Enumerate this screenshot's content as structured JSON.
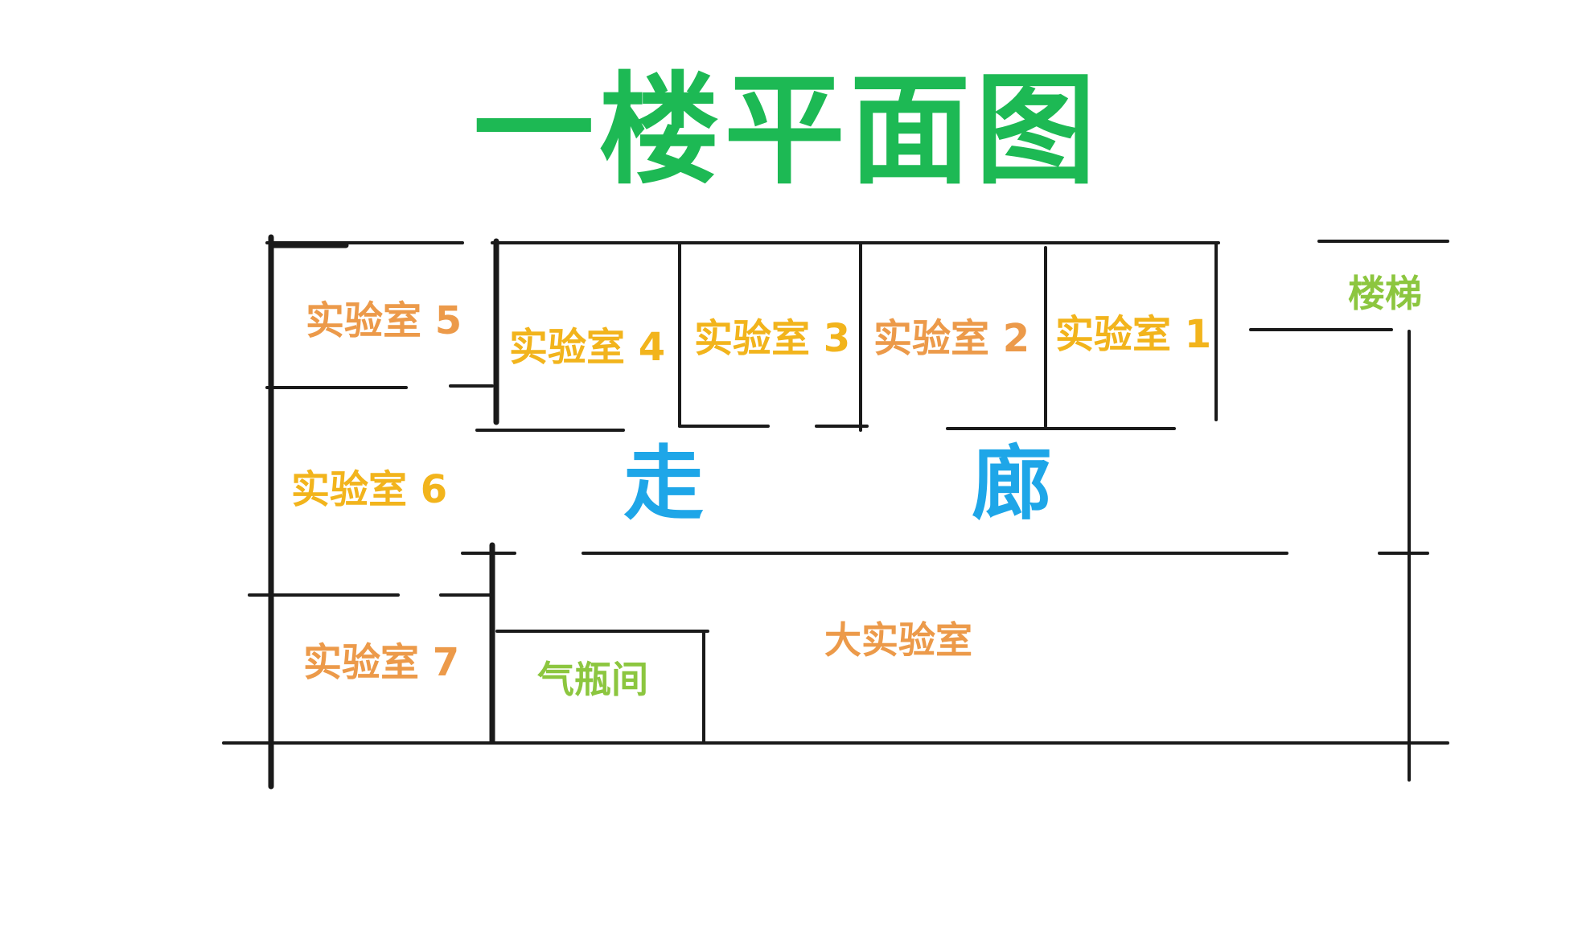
{
  "title": "一楼平面图",
  "rooms": {
    "lab1": "实验室 1",
    "lab2": "实验室 2",
    "lab3": "实验室 3",
    "lab4": "实验室 4",
    "lab5": "实验室 5",
    "lab6": "实验室 6",
    "lab7": "实验室 7",
    "big_lab": "大实验室",
    "gas_room": "气瓶间",
    "stairs": "楼梯"
  },
  "corridor": {
    "char1": "走",
    "char2": "廊"
  },
  "colors": {
    "title": "#1db954",
    "lab_yellow": "#f2b41c",
    "lab_orange": "#ec9a4a",
    "green_label": "#8cc63f",
    "corridor": "#1ea6e8",
    "wall": "#1a1a1a"
  }
}
